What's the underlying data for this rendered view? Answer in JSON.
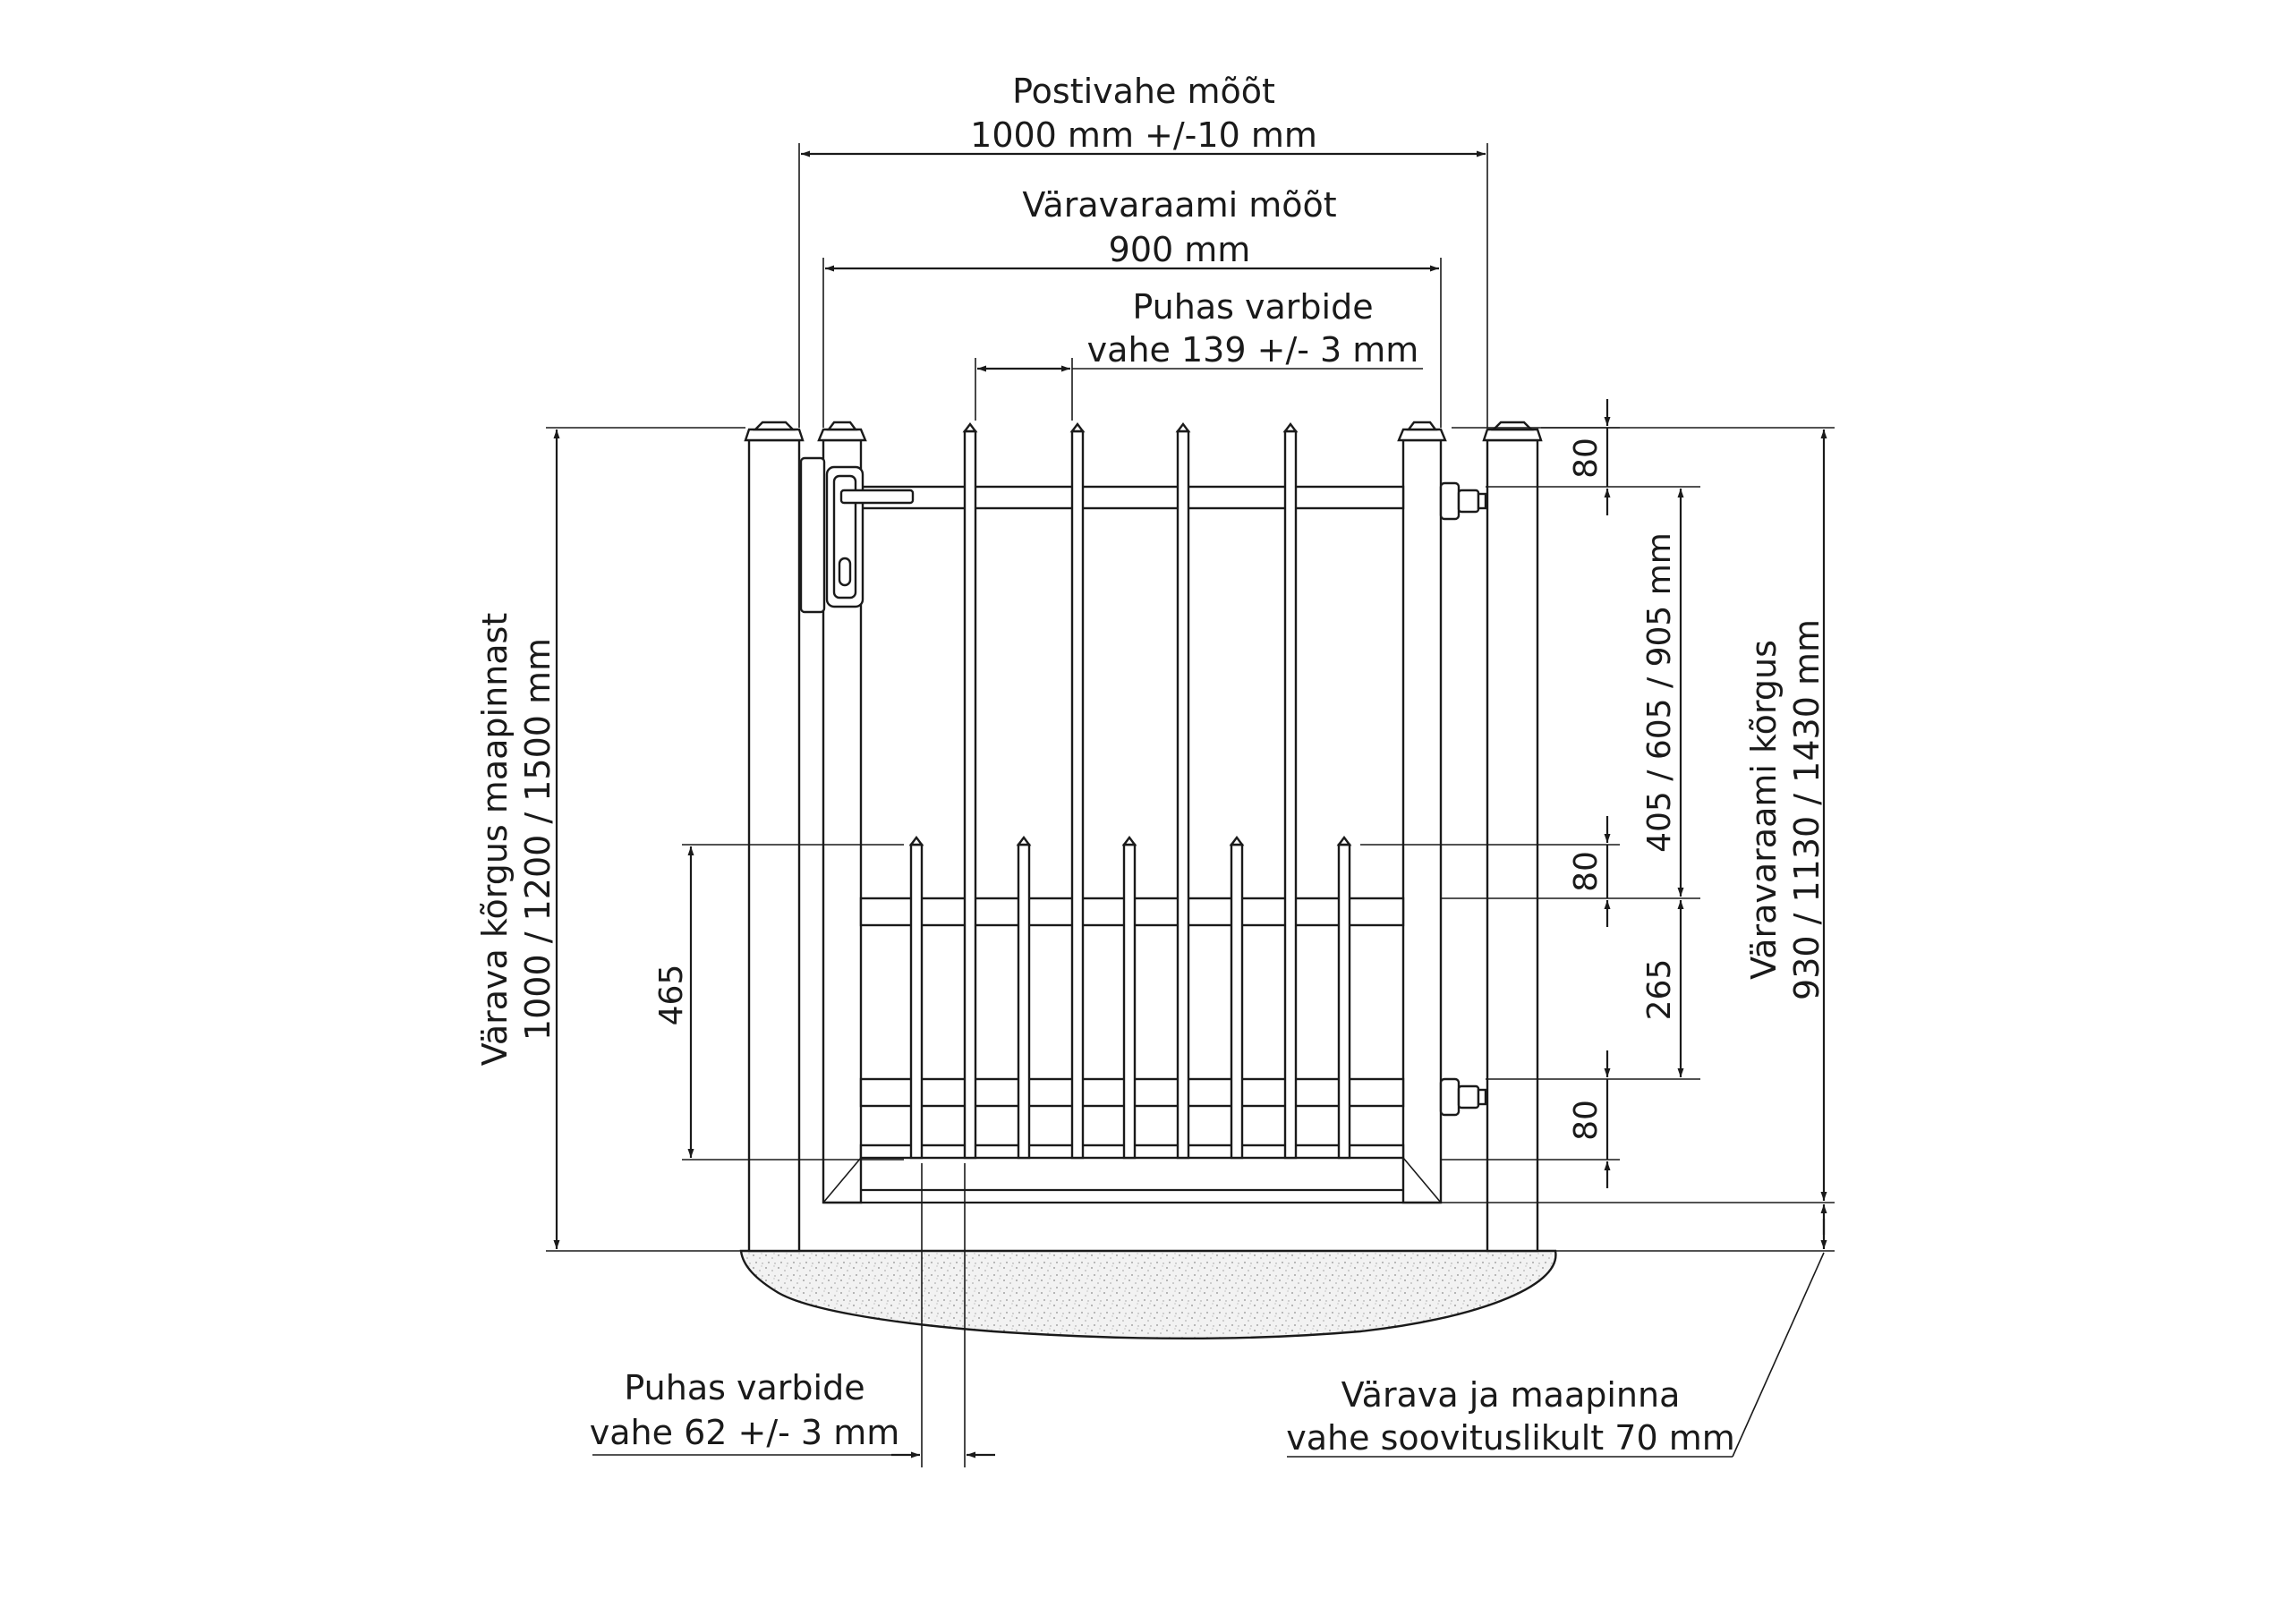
{
  "labels": {
    "post_spacing": {
      "line1": "Postivahe mõõt",
      "line2": "1000 mm +/-10 mm"
    },
    "frame_width": {
      "line1": "Väravaraami mõõt",
      "line2": "900 mm"
    },
    "top_bar_gap": {
      "line1": "Puhas varbide",
      "line2": "vahe 139 +/- 3 mm"
    },
    "bottom_bar_gap": {
      "line1": "Puhas varbide",
      "line2": "vahe 62 +/- 3 mm"
    },
    "ground_gap": {
      "line1": "Värava ja maapinna",
      "line2": "vahe soovituslikult 70 mm"
    },
    "gate_height": {
      "line1": "Värava kõrgus maapinnast",
      "line2": "1000 / 1200 / 1500 mm"
    },
    "frame_height": {
      "line1": "Väravaraami kõrgus",
      "line2": "930 / 1130 / 1430 mm"
    },
    "dim_465": "465",
    "dim_80_top": "80",
    "dim_405": "405 / 605 / 905 mm",
    "dim_80_mid": "80",
    "dim_265": "265",
    "dim_80_bottom": "80"
  }
}
